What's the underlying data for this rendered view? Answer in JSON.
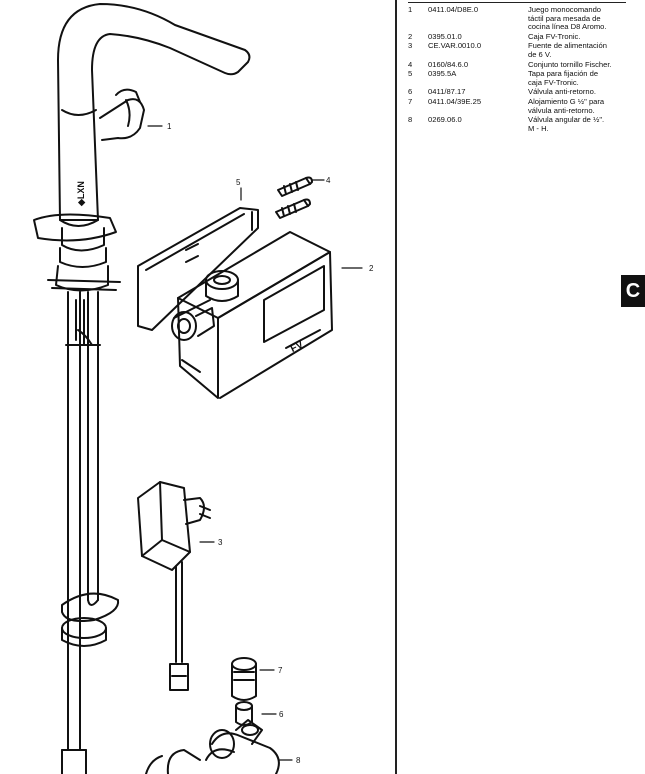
{
  "callouts": [
    "1",
    "2",
    "3",
    "4",
    "5",
    "6",
    "7",
    "8"
  ],
  "parts_list": [
    {
      "no": "1",
      "code": "0411.04/D8E.0",
      "desc": "Juego monocomando\ntáctil para mesada de\ncocina línea D8 Aromo."
    },
    {
      "no": "2",
      "code": "0395.01.0",
      "desc": "Caja FV-Tronic."
    },
    {
      "no": "3",
      "code": "CE.VAR.0010.0",
      "desc": "Fuente de alimentación\nde 6 V."
    },
    {
      "no": "4",
      "code": "0160/84.6.0",
      "desc": "Conjunto tornillo Fischer."
    },
    {
      "no": "5",
      "code": "0395.5A",
      "desc": "Tapa para fijación de\ncaja FV-Tronic."
    },
    {
      "no": "6",
      "code": "0411/87.17",
      "desc": "Válvula anti-retorno."
    },
    {
      "no": "7",
      "code": "0411.04/39E.25",
      "desc": "Alojamiento G ½\" para\nválvula anti-retorno."
    },
    {
      "no": "8",
      "code": "0269.06.0",
      "desc": "Válvula angular de ½\".\nM - H."
    }
  ],
  "section_tab": "C",
  "brand_mark": "FV",
  "faucet_marking": "◆LXN"
}
